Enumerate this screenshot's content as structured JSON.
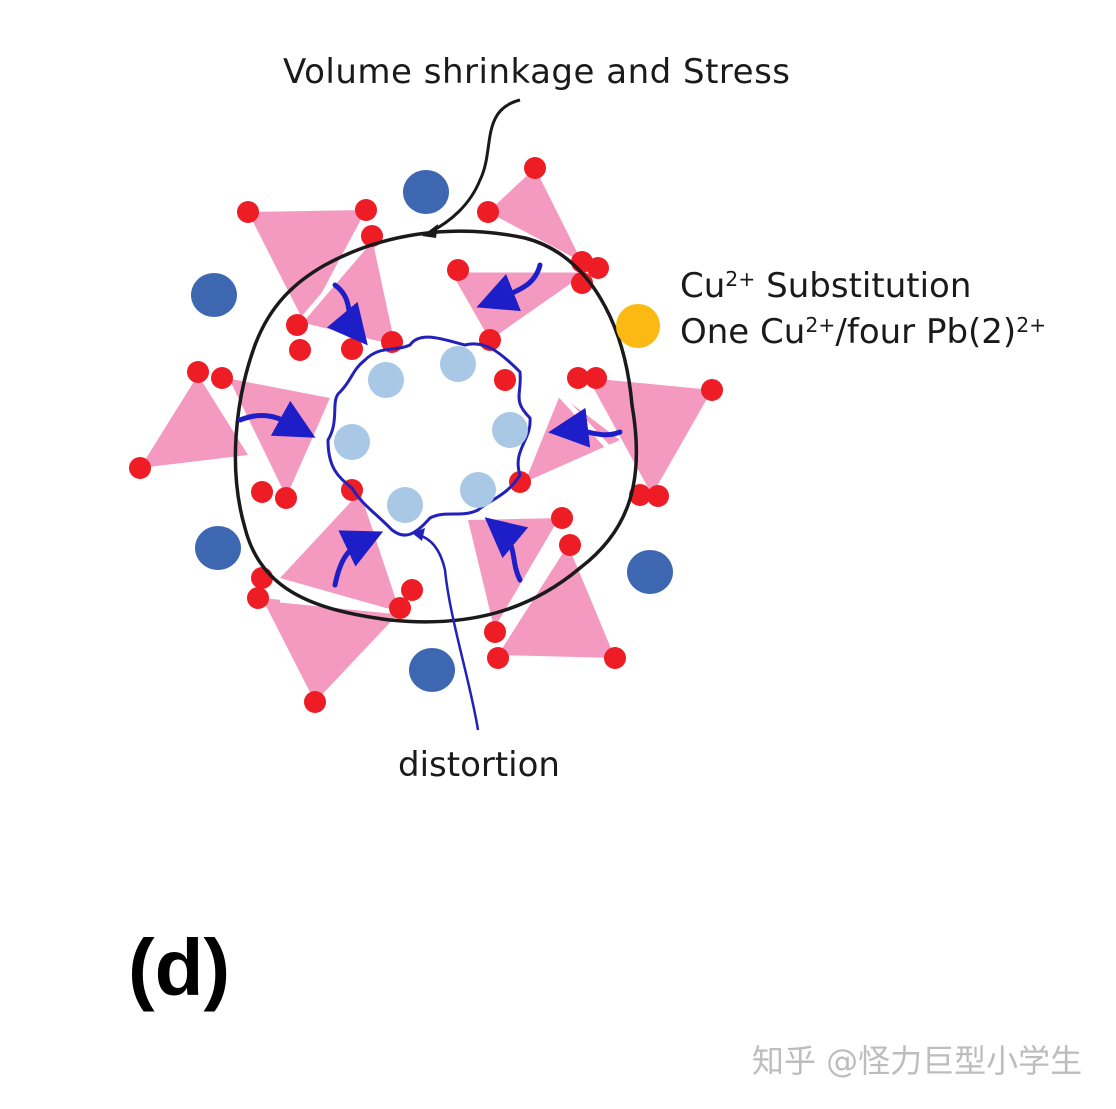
{
  "labels": {
    "title": "Volume shrinkage and Stress",
    "legend_line1_prefix": "Cu",
    "legend_line1_sup": "2+",
    "legend_line1_suffix": " Substitution",
    "legend_line2_prefix": "One Cu",
    "legend_line2_sup1": "2+",
    "legend_line2_middle": "/four Pb(2)",
    "legend_line2_sup2": "2+",
    "distortion": "distortion",
    "panel": "(d)",
    "watermark": "知乎 @怪力巨型小学生"
  },
  "colors": {
    "tetrahedron_fill": "#f49ac1",
    "oxygen_atom": "#ee1c24",
    "pb_atom": "#3e67b1",
    "channel_atom": "#a9c8e6",
    "cu_atom": "#fdb913",
    "arrow": "#1e1ec8",
    "shrink_boundary": "#1a1a1a",
    "distortion_boundary": "#2222bb"
  }
}
